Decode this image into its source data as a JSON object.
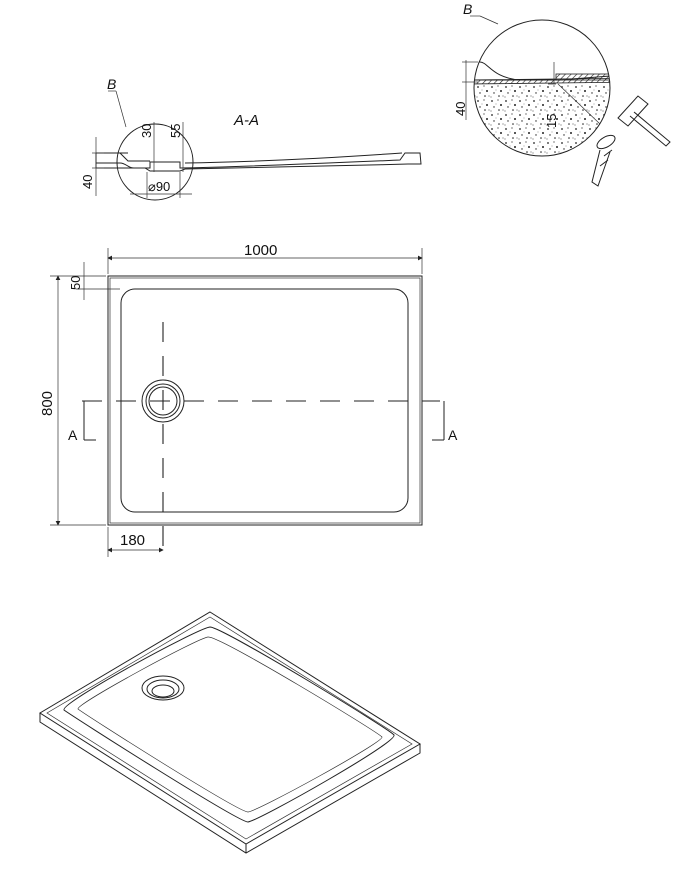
{
  "section_view": {
    "title": "A-A",
    "detail_ref": "B",
    "dim_height": "40",
    "dim_30": "30",
    "dim_55": "55",
    "dim_drain": "⌀90"
  },
  "detail_view": {
    "label": "B",
    "dim_height": "40",
    "dim_offset": "15"
  },
  "plan_view": {
    "width": "1000",
    "depth": "800",
    "rim": "50",
    "drain_offset": "180",
    "section_mark_left": "A",
    "section_mark_right": "A"
  }
}
